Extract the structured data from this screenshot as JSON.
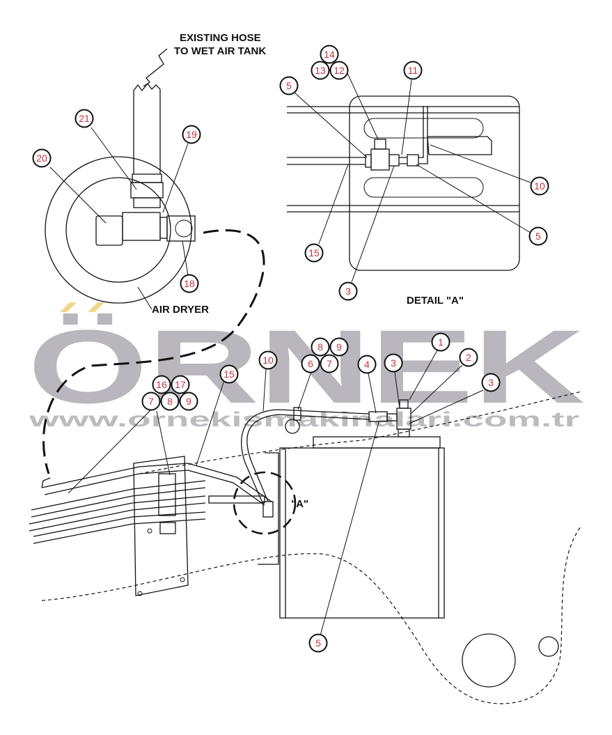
{
  "labels": {
    "hose_line1": "EXISTING HOSE",
    "hose_line2": "TO WET AIR TANK",
    "air_dryer": "AIR DRYER",
    "detail_a": "DETAIL \"A\"",
    "callout_a": "\"A\""
  },
  "watermark": {
    "brand": "ÖRNEK",
    "url": "www.ornekismakinalari.com.tr"
  },
  "balloons": {
    "b14": "14",
    "b13": "13",
    "b12": "12",
    "b5a": "5",
    "b11": "11",
    "b10a": "10",
    "b5b": "5",
    "b15a": "15",
    "b3a": "3",
    "b21": "21",
    "b19": "19",
    "b20": "20",
    "b18": "18",
    "b8a": "8",
    "b9a": "9",
    "b6": "6",
    "b7a": "7",
    "b10b": "10",
    "b4": "4",
    "b3b": "3",
    "b1": "1",
    "b2": "2",
    "b3c": "3",
    "b15b": "15",
    "b16": "16",
    "b17": "17",
    "b7b": "7",
    "b8b": "8",
    "b9b": "9",
    "b5c": "5"
  }
}
